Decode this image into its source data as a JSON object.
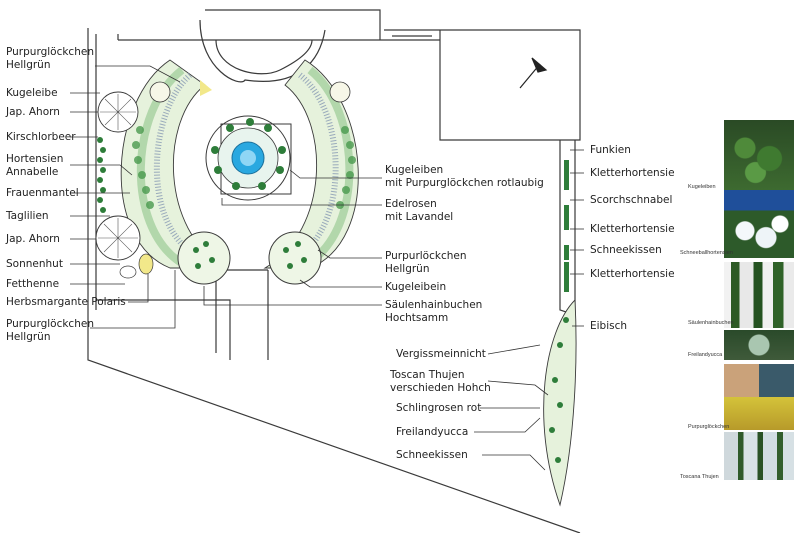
{
  "labels": {
    "purpurgloeckchen_top": "Purpurglöckchen\nHellgrün",
    "kugeleibe_left": "Kugeleibe",
    "jap_ahorn_1": "Jap. Ahorn",
    "kirschlorbeer": "Kirschlorbeer",
    "hortensien": "Hortensien\nAnnabelle",
    "frauenmantel": "Frauenmantel",
    "taglilien": "Taglilien",
    "jap_ahorn_2": "Jap. Ahorn",
    "sonnenhut": "Sonnenhut",
    "fetthenne": "Fetthenne",
    "herbsmargante": "Herbsmargante Polaris",
    "purpurgloeckchen_bottom": "Purpurglöckchen\nHellgrün",
    "kugeleiben_center": "Kugeleiben\nmit Purpurglöckchen rotlaubig",
    "edelrosen": "Edelrosen\nmit Lavandel",
    "purpurgloeckchen_right": "Purpurlöckchen\nHellgrün",
    "kugeleibein": "Kugeleibein",
    "saeulenhainbuchen": "Säulenhainbuchen\nHochtsamm",
    "funkien": "Funkien",
    "kletterhortensie_1": "Kletterhortensie",
    "storchschnabel": "Scorchschnabel",
    "kletterhortensie_2": "Kletterhortensie",
    "schneekissen_1": "Schneekissen",
    "kletterhortensie_3": "Kletterhortensie",
    "eibisch": "Eibisch",
    "vergissmeinnicht": "Vergissmeinnicht",
    "toscan_thujen": "Toscan Thujen\nverschieden Hohch",
    "schlingrosen": "Schlingrosen rot",
    "freilandyucca": "Freilandyucca",
    "schneekissen_2": "Schneekissen"
  },
  "photo_captions": {
    "kugeleiben": "Kugeleiben",
    "schneeballhortensien": "Schneeballhortensien",
    "saeulenhainbuchen": "Säulenhainbuchen",
    "freilandyucca": "Freilandyucca",
    "purpurgloeckchen": "Purpurglöckchen",
    "toscana_thujen": "Toscana Thujen"
  },
  "colors": {
    "line": "#3a3a3a",
    "bed_green": "#cfe6c4",
    "bed_light": "#e6f2dc",
    "yellow_accent": "#f2e88a",
    "fountain_blue": "#2aa8e0",
    "shrub_dark": "#2e7d3a"
  },
  "icons": [
    "north-arrow-icon"
  ]
}
